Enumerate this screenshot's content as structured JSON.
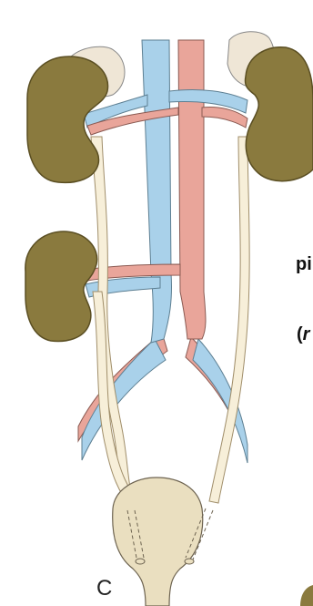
{
  "figure": {
    "panel_label": "C",
    "cut_text_1": "pi",
    "cut_text_2_open": "(",
    "cut_text_2_italic": "r"
  },
  "colors": {
    "kidney": "#8a7a3e",
    "adrenal": "#efe6d6",
    "ureter": "#f7efd9",
    "vein": "#a9d1ea",
    "artery": "#e9a59a",
    "bladder": "#eadfc0"
  }
}
